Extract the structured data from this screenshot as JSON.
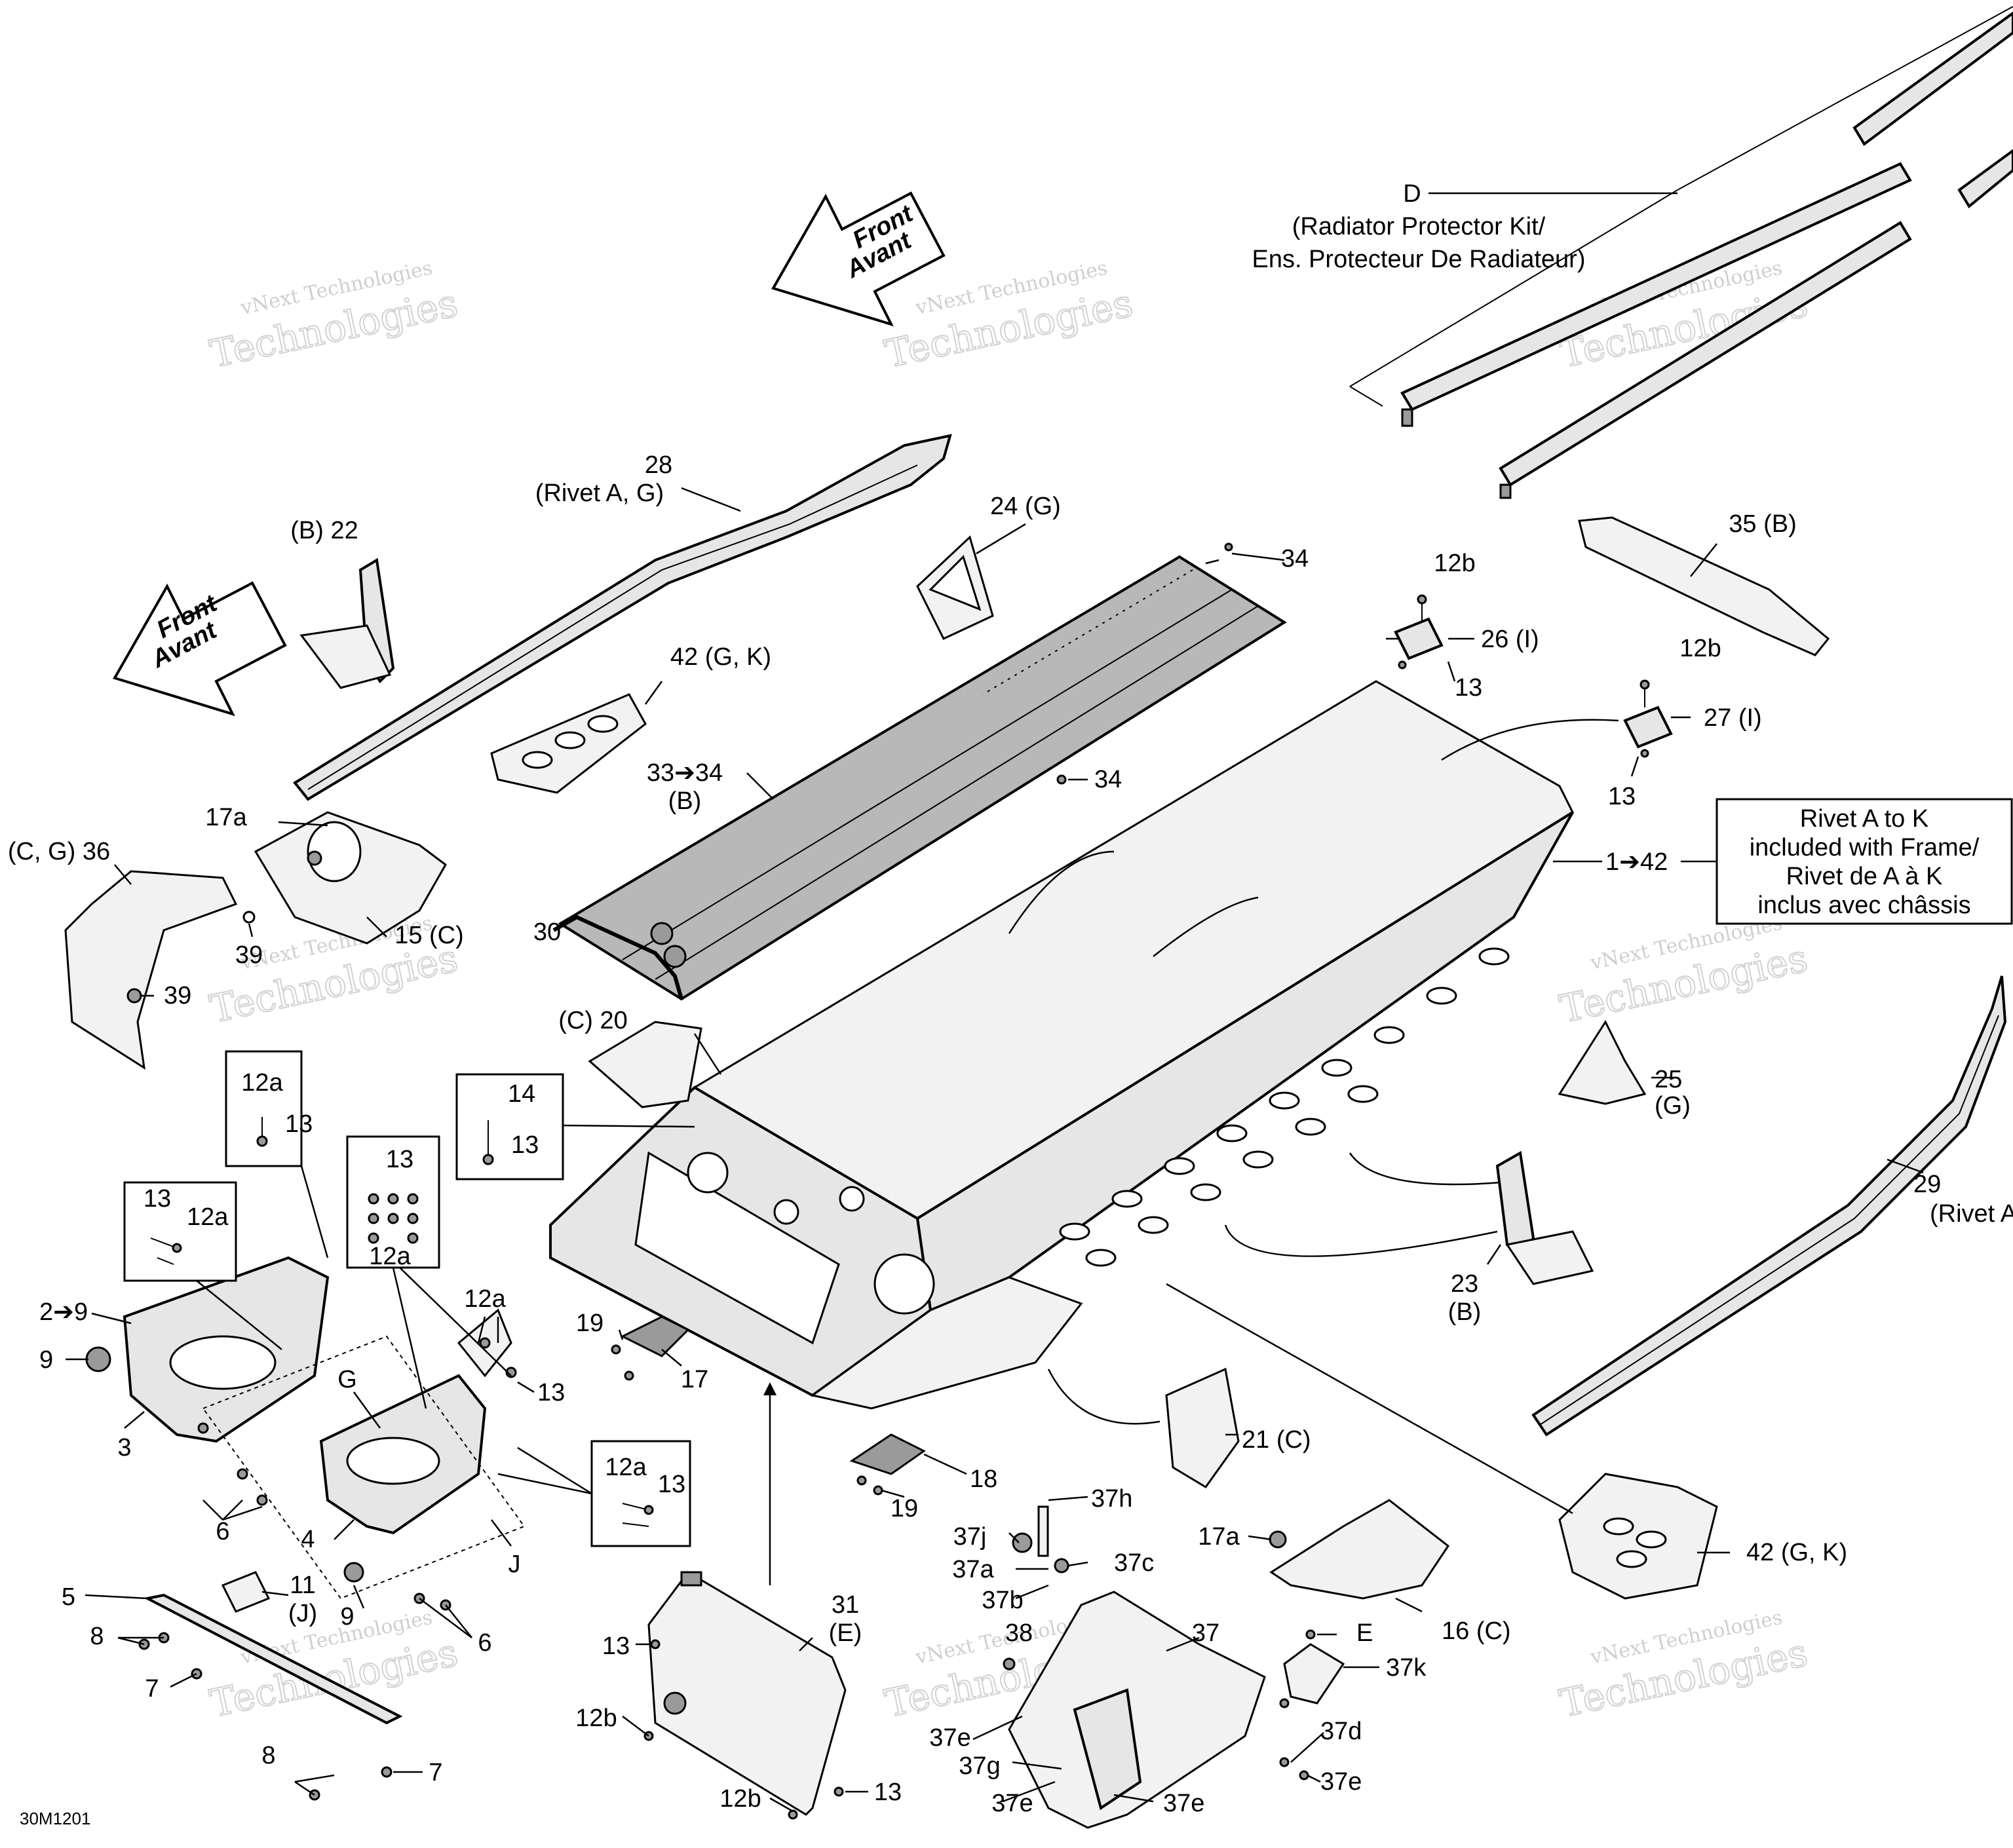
{
  "diagram": {
    "code": "30M1201",
    "front_arrow": {
      "line1": "Front",
      "line2": "Avant"
    },
    "kit_d": {
      "letter": "D",
      "line1": "(Radiator Protector Kit/",
      "line2": "Ens. Protecteur De Radiateur)"
    },
    "rivet_note": {
      "line1": "Rivet A to K",
      "line2": "included with Frame/",
      "line3": "Rivet de A à K",
      "line4": "inclus avec châssis"
    },
    "watermark": {
      "small": "vNext Technologies",
      "big": "Technologies"
    },
    "callouts": {
      "c28a": "28",
      "c28b": "(Rivet A, G)",
      "c22": "(B) 22",
      "c24": "24 (G)",
      "c34a": "34",
      "c12b_1": "12b",
      "c26": "26 (I)",
      "c13_1": "13",
      "c35": "35 (B)",
      "c12b_2": "12b",
      "c27": "27 (I)",
      "c13_2": "13",
      "c42a": "42 (G, K)",
      "c33a": "33➔34",
      "c33b": "(B)",
      "c34b": "34",
      "c1": "1➔42",
      "c17a_1": "17a",
      "c36": "(C, G) 36",
      "c39a": "39",
      "c39b": "39",
      "c15": "15 (C)",
      "c30": "30",
      "c20": "(C) 20",
      "c25a": "25",
      "c25b": "(G)",
      "c12a_1": "12a",
      "c13_3": "13",
      "c14": "14",
      "c13_4": "13",
      "c13_5": "13",
      "c12a_2": "12a",
      "c13_6": "13",
      "c12a_3": "12a",
      "c29a": "29",
      "c29b": "(Rivet A",
      "c23a": "23",
      "c23b": "(B)",
      "c2": "2➔9",
      "c9a": "9",
      "c3": "3",
      "cG": "G",
      "c12a_4": "12a",
      "c13_7": "13",
      "c19a": "19",
      "c17": "17",
      "c21": "21 (C)",
      "c6a": "6",
      "c4": "4",
      "c12a_5": "12a",
      "c13_8": "13",
      "cJ": "J",
      "c18": "18",
      "c19b": "19",
      "c37h": "37h",
      "c5": "5",
      "c11a": "11",
      "c11b": "(J)",
      "c9b": "9",
      "c8a": "8",
      "c6b": "6",
      "c7a": "7",
      "c31a": "31",
      "c31b": "(E)",
      "c13_9": "13",
      "c37j": "37j",
      "c37a": "37a",
      "c37c": "37c",
      "c37b": "37b",
      "c17a_2": "17a",
      "c16": "16 (C)",
      "c42b": "42 (G, K)",
      "c38": "38",
      "c37": "37",
      "cE": "E",
      "c37k": "37k",
      "c12b_3": "12b",
      "c37e_1": "37e",
      "c37g": "37g",
      "c37e_2": "37e",
      "c37e_3": "37e",
      "c37d": "37d",
      "c37e_4": "37e",
      "c8b": "8",
      "c7b": "7",
      "c12b_4": "12b",
      "c13_10": "13"
    }
  }
}
